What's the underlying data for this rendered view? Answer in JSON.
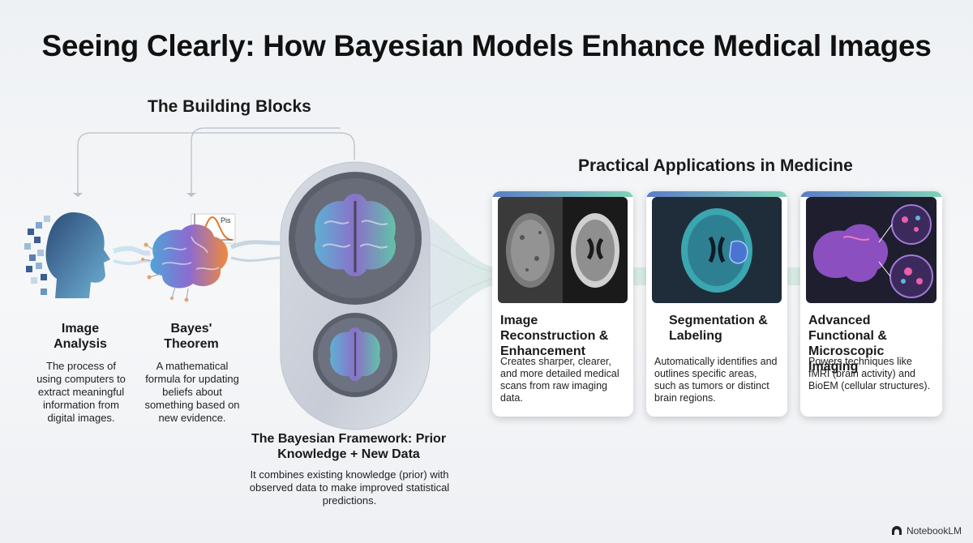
{
  "title": "Seeing Clearly: How Bayesian Models Enhance Medical Images",
  "building_blocks": {
    "heading": "The Building Blocks",
    "image_analysis": {
      "title": "Image Analysis",
      "description": "The process of using computers to extract meaningful information from digital images."
    },
    "bayes_theorem": {
      "title": "Bayes' Theorem",
      "description": "A mathematical formula for updating beliefs about something based on new evidence.",
      "graph_label": "Pis"
    }
  },
  "framework": {
    "title": "The Bayesian Framework: Prior Knowledge + New Data",
    "description": "It combines existing knowledge (prior) with observed data to make improved statistical predictions."
  },
  "applications": {
    "heading": "Practical Applications in Medicine",
    "cards": [
      {
        "title": "Image Reconstruction & Enhancement",
        "description": "Creates sharper, clearer, and more detailed medical scans from raw imaging data."
      },
      {
        "title": "Segmentation & Labeling",
        "description": "Automatically identifies and outlines specific areas, such as tumors or distinct brain regions."
      },
      {
        "title": "Advanced Functional & Microscopic Imaging",
        "description": "Powers techniques like fMRI (brain activity) and BioEM (cellular structures)."
      }
    ]
  },
  "brand": "NotebookLM",
  "colors": {
    "accent_blue": "#5b7cc6",
    "accent_teal": "#7fd3b8",
    "accent_orange": "#f08a3c",
    "accent_purple": "#8b63c9"
  }
}
